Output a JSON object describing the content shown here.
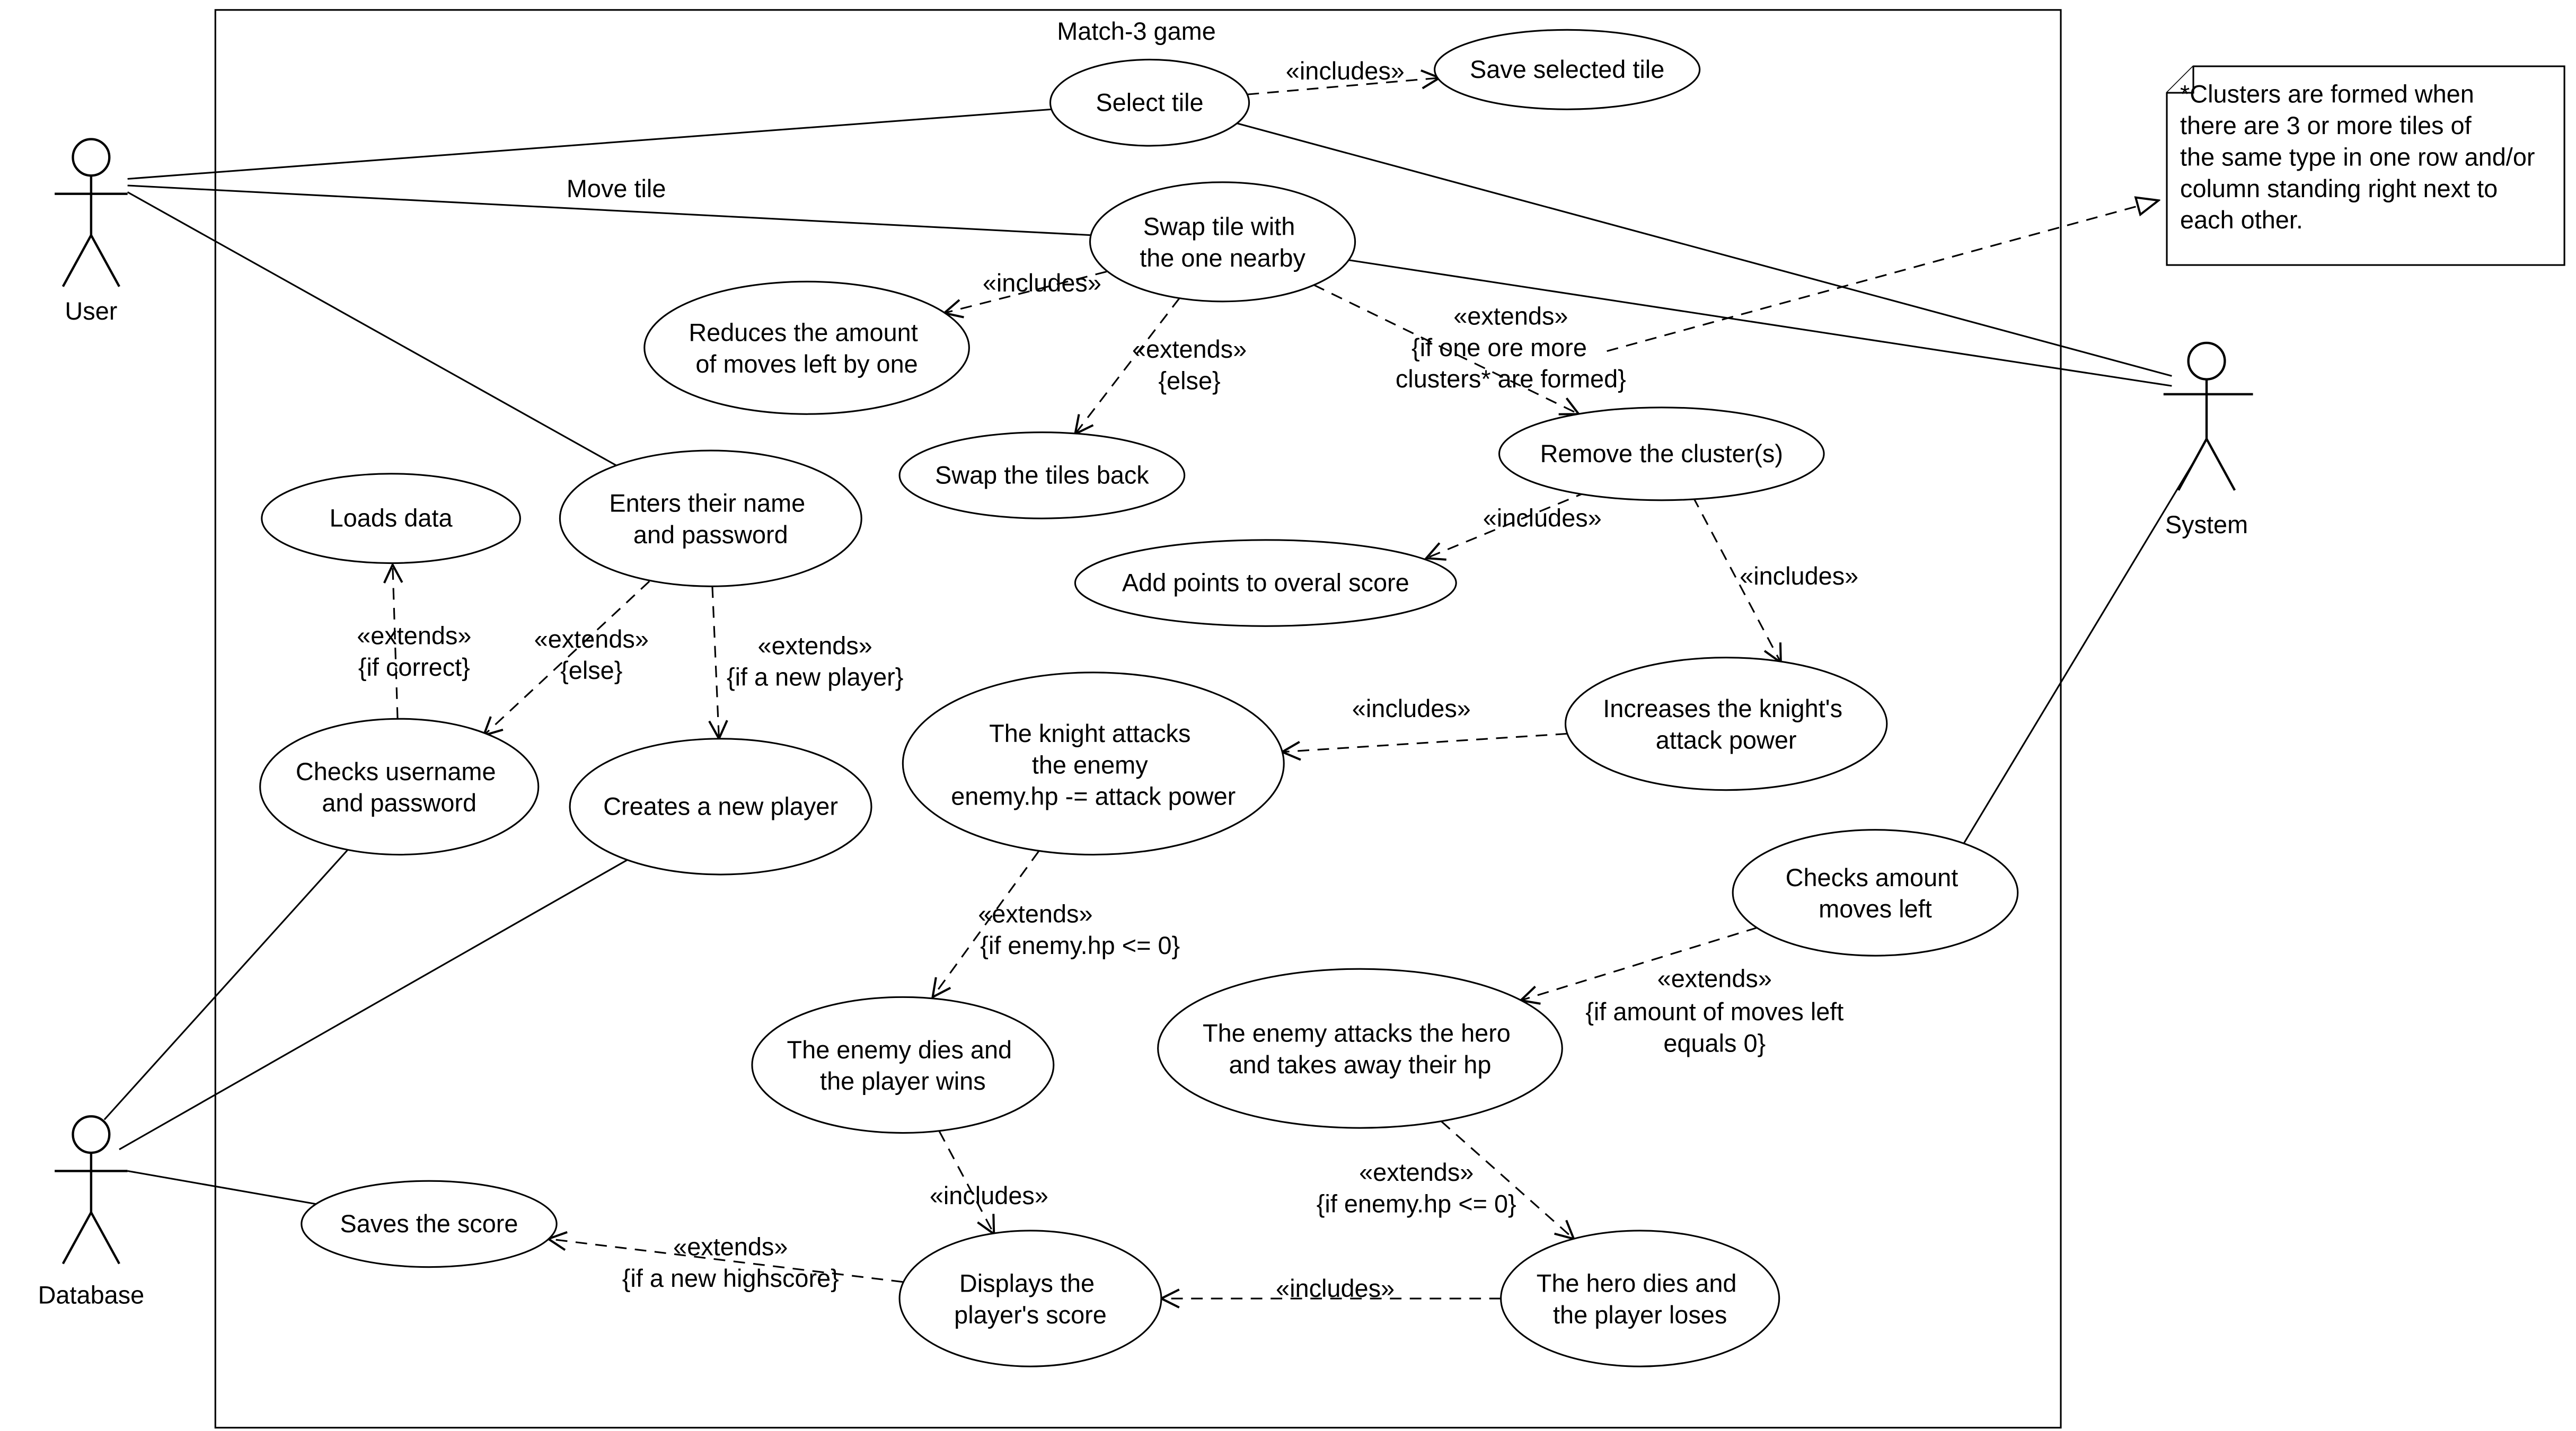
{
  "diagram_title": "Match-3 game",
  "actors": {
    "user": "User",
    "system": "System",
    "database": "Database"
  },
  "note": {
    "l1": "*Clusters are formed when",
    "l2": "there are 3 or more tiles of",
    "l3": "the same type in one row and/or",
    "l4": "column standing right next to",
    "l5": "each other."
  },
  "use_cases": {
    "select_tile": {
      "l1": "Select tile"
    },
    "save_selected_tile": {
      "l1": "Save selected tile"
    },
    "swap_tile": {
      "l1": "Swap tile with",
      "l2": "the one nearby"
    },
    "reduces_moves": {
      "l1": "Reduces the amount",
      "l2": "of moves left by one"
    },
    "swap_back": {
      "l1": "Swap the tiles back"
    },
    "remove_clusters": {
      "l1": "Remove the cluster(s)"
    },
    "add_points": {
      "l1": "Add points to overal score"
    },
    "loads_data": {
      "l1": "Loads data"
    },
    "enters_name": {
      "l1": "Enters their name",
      "l2": "and password"
    },
    "increases_attack": {
      "l1": "Increases the knight's",
      "l2": "attack power"
    },
    "checks_username": {
      "l1": "Checks username",
      "l2": "and password"
    },
    "creates_player": {
      "l1": "Creates a new player"
    },
    "knight_attacks": {
      "l1": "The knight attacks",
      "l2": "the enemy",
      "l3": "enemy.hp -= attack power"
    },
    "checks_moves": {
      "l1": "Checks amount",
      "l2": "moves left"
    },
    "enemy_dies": {
      "l1": "The enemy dies and",
      "l2": "the player wins"
    },
    "enemy_attacks": {
      "l1": "The enemy attacks the hero",
      "l2": "and takes away their hp"
    },
    "saves_score": {
      "l1": "Saves the score"
    },
    "displays_score": {
      "l1": "Displays the",
      "l2": "player's score"
    },
    "hero_dies": {
      "l1": "The hero dies and",
      "l2": "the player loses"
    }
  },
  "labels": {
    "move_tile": "Move tile",
    "includes": "«includes»",
    "extends": "«extends»",
    "else": "{else}",
    "if_correct": "{if correct}",
    "if_new_player": "{if a new player}",
    "if_clusters_1": "{if one ore more",
    "if_clusters_2": "clusters* are formed}",
    "if_enemy_hp": "{if enemy.hp <= 0}",
    "if_moves_1": "{if amount of moves left",
    "if_moves_2": "equals 0}",
    "if_highscore": "{if a new highscore}"
  }
}
